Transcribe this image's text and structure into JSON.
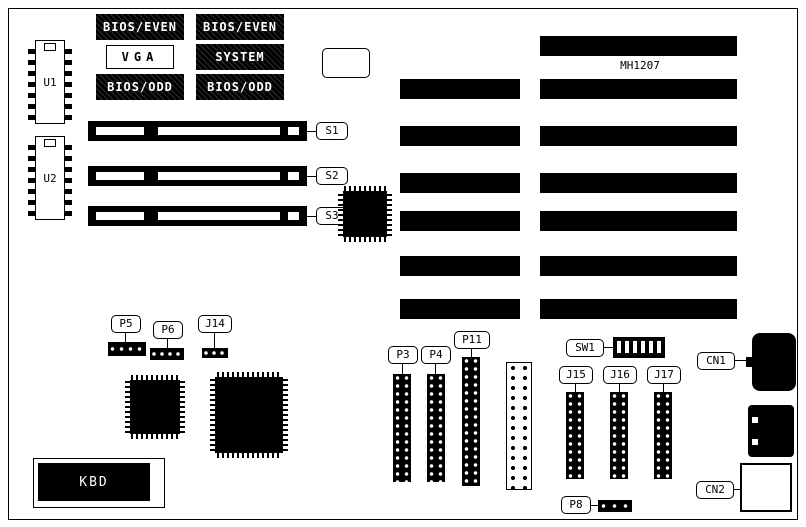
{
  "board": {
    "part_number": "MH1207",
    "ics": {
      "u1": "U1",
      "u2": "U2"
    },
    "rom_chips": [
      {
        "label": "BIOS/EVEN"
      },
      {
        "label": "VGA"
      },
      {
        "label": "BIOS/ODD"
      },
      {
        "label": "BIOS/EVEN"
      },
      {
        "label": "SYSTEM"
      },
      {
        "label": "BIOS/ODD"
      }
    ],
    "kbd": {
      "label": "KBD"
    },
    "callouts": {
      "s1": "S1",
      "s2": "S2",
      "s3": "S3",
      "p5": "P5",
      "p6": "P6",
      "j14": "J14",
      "p3": "P3",
      "p4": "P4",
      "p11": "P11",
      "sw1": "SW1",
      "j15": "J15",
      "j16": "J16",
      "j17": "J17",
      "p8": "P8",
      "cn1": "CN1",
      "cn2": "CN2"
    }
  }
}
